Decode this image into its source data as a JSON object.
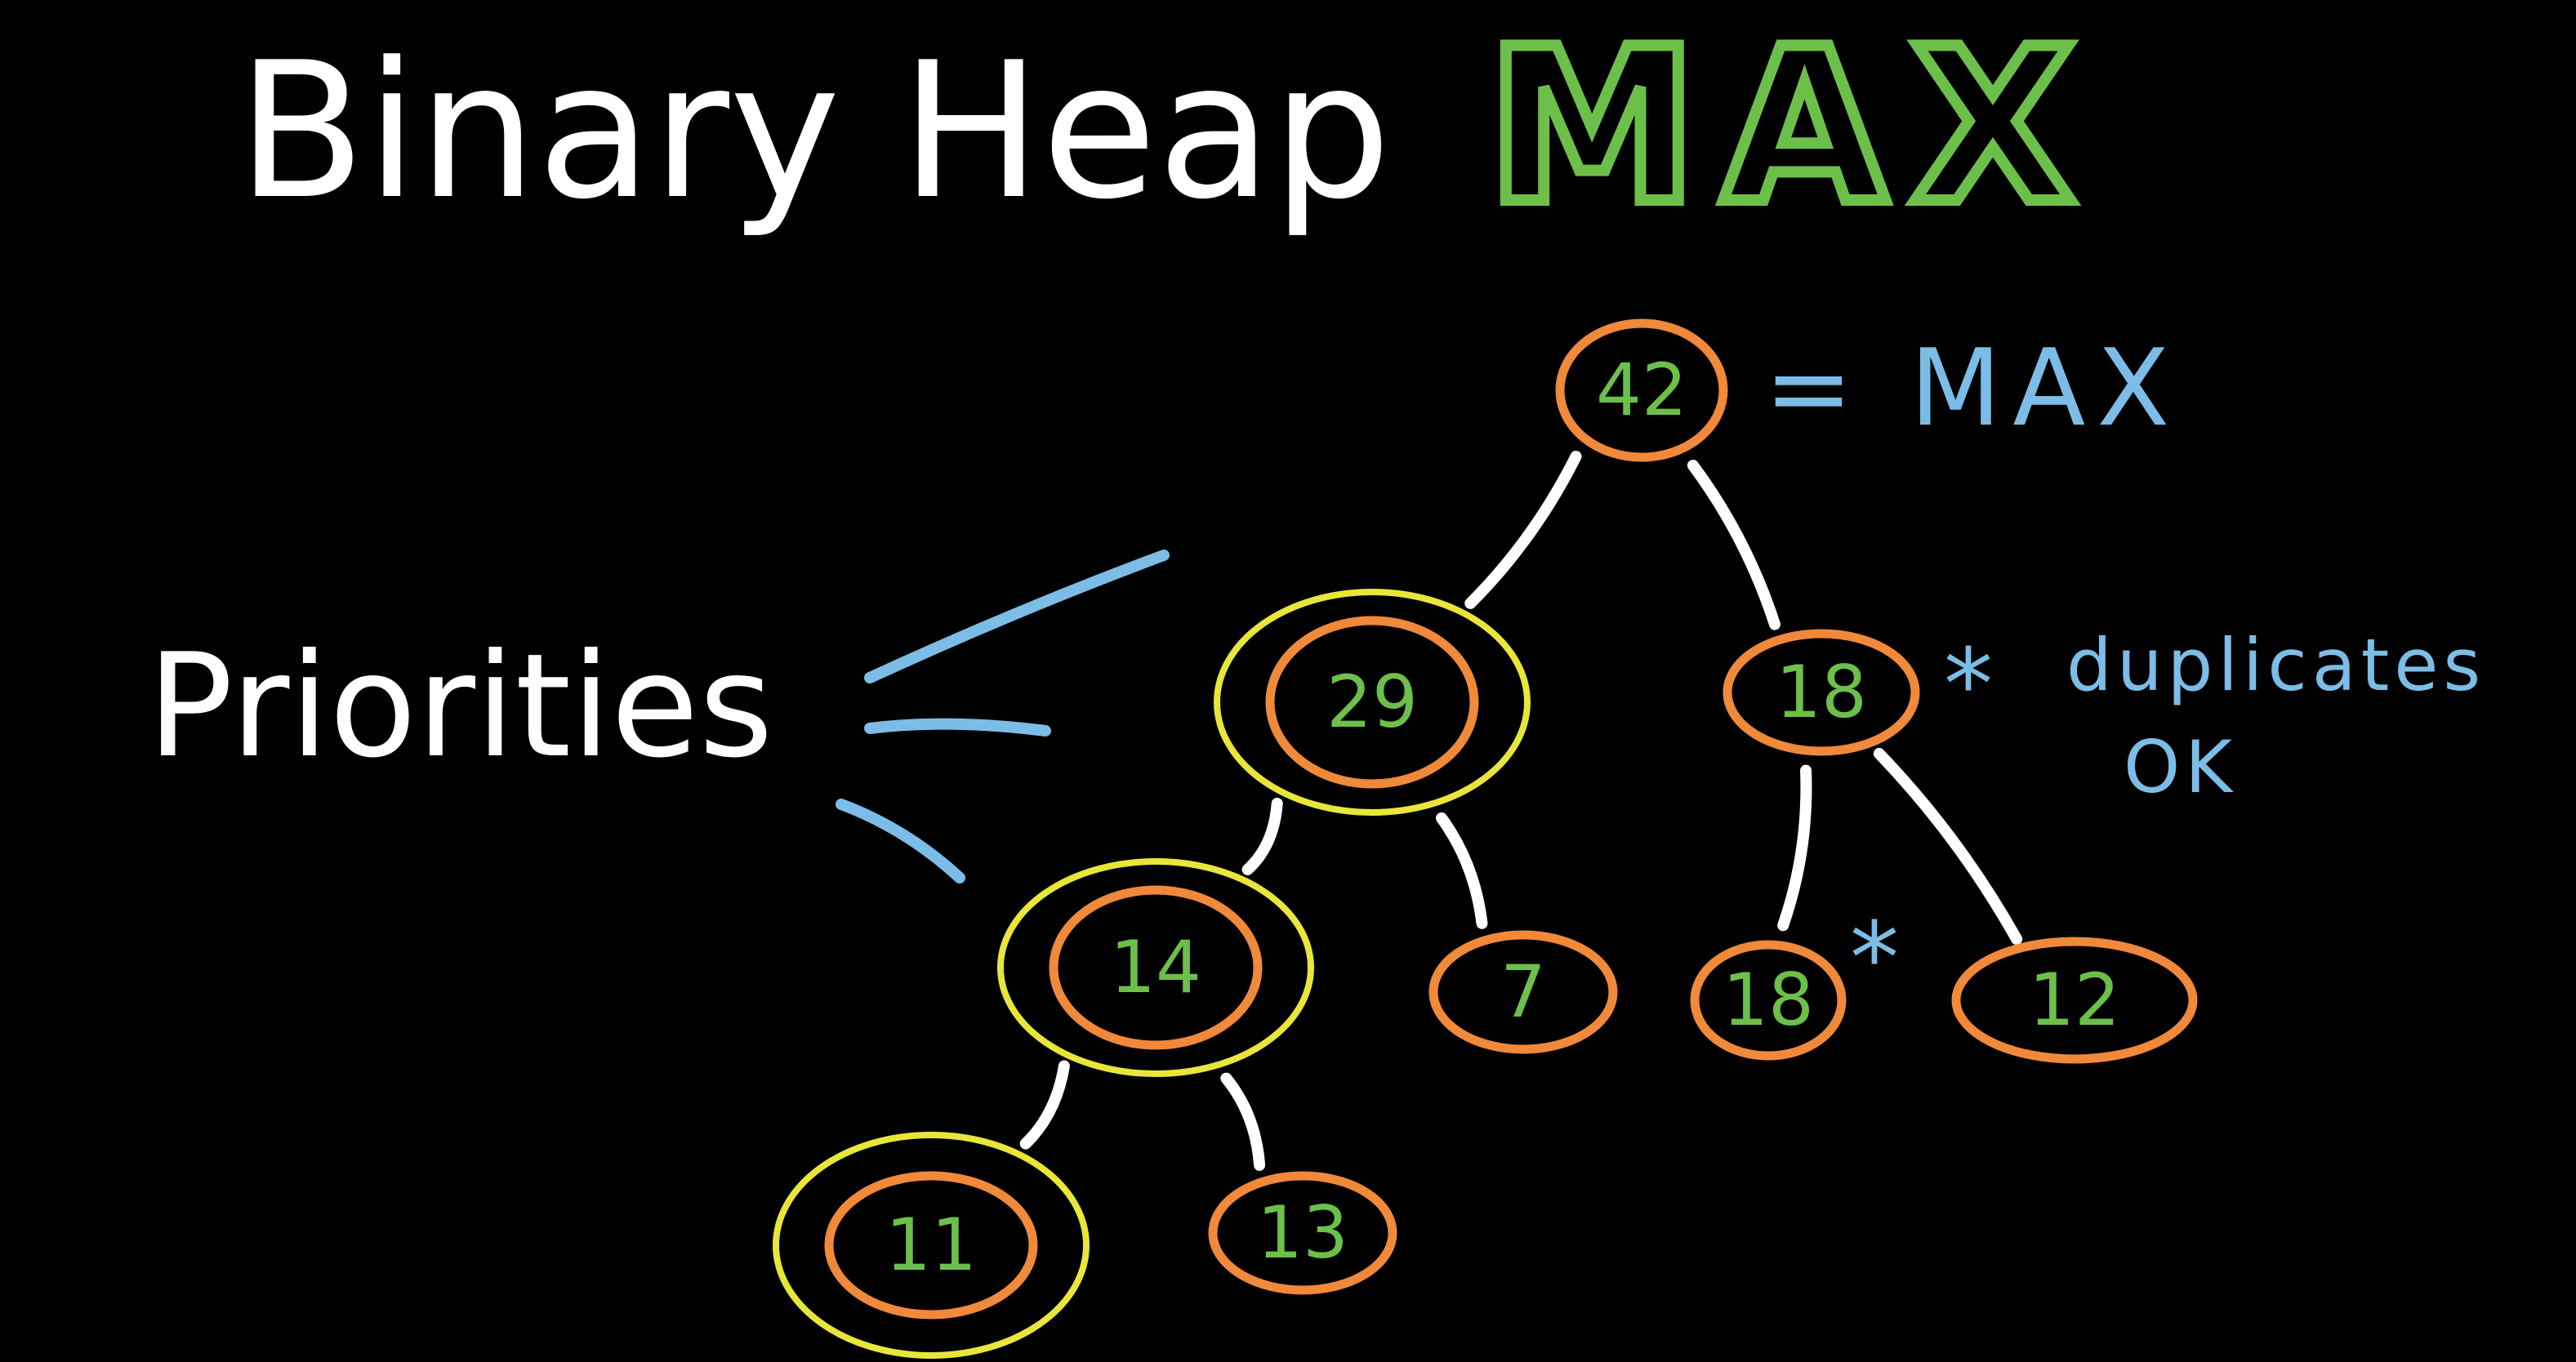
{
  "title": {
    "main": "Binary Heap",
    "emphasis": "MAX"
  },
  "side_label": "Priorities",
  "root_note": "= MAX",
  "duplicate_note": {
    "line1": "duplicates",
    "line2": "OK",
    "marker": "*"
  },
  "nodes": [
    {
      "id": "n42",
      "value": "42",
      "highlighted": false
    },
    {
      "id": "n29",
      "value": "29",
      "highlighted": true
    },
    {
      "id": "n18a",
      "value": "18",
      "highlighted": false
    },
    {
      "id": "n14",
      "value": "14",
      "highlighted": true
    },
    {
      "id": "n7",
      "value": "7",
      "highlighted": false
    },
    {
      "id": "n18b",
      "value": "18",
      "highlighted": false
    },
    {
      "id": "n12",
      "value": "12",
      "highlighted": false
    },
    {
      "id": "n11",
      "value": "11",
      "highlighted": true
    },
    {
      "id": "n13",
      "value": "13",
      "highlighted": false
    }
  ],
  "edges": [
    [
      "n42",
      "n29"
    ],
    [
      "n42",
      "n18a"
    ],
    [
      "n29",
      "n14"
    ],
    [
      "n29",
      "n7"
    ],
    [
      "n18a",
      "n18b"
    ],
    [
      "n18a",
      "n12"
    ],
    [
      "n14",
      "n11"
    ],
    [
      "n14",
      "n13"
    ]
  ],
  "colors": {
    "background": "#000000",
    "title": "#ffffff",
    "max_outline": "#6cc04a",
    "node_ring": "#f0893a",
    "node_text": "#6cc04a",
    "highlight_ring": "#e9e63a",
    "edge": "#ffffff",
    "annotation": "#7bbde6"
  }
}
